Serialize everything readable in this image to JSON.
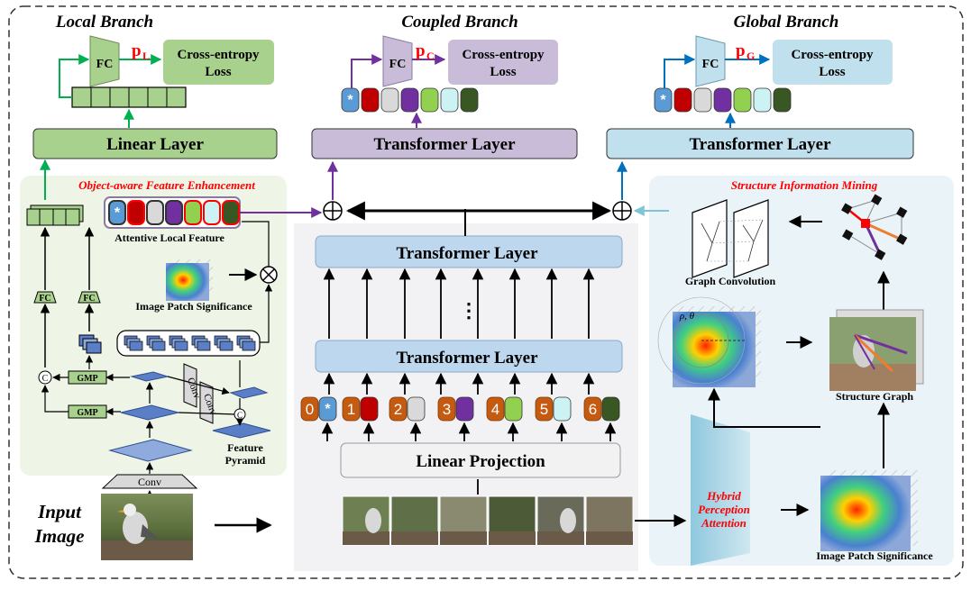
{
  "branches": {
    "local": {
      "title": "Local Branch",
      "fc": "FC",
      "prob": "p",
      "prob_sub": "L",
      "loss_line1": "Cross-entropy",
      "loss_line2": "Loss",
      "layer": "Linear Layer"
    },
    "coupled": {
      "title": "Coupled Branch",
      "fc": "FC",
      "prob": "p",
      "prob_sub": "C",
      "loss_line1": "Cross-entropy",
      "loss_line2": "Loss",
      "layer": "Transformer Layer"
    },
    "global": {
      "title": "Global Branch",
      "fc": "FC",
      "prob": "p",
      "prob_sub": "G",
      "loss_line1": "Cross-entropy",
      "loss_line2": "Loss",
      "layer": "Transformer Layer"
    }
  },
  "ofe": {
    "title": "Object-aware Feature Enhancement",
    "attentive_label": "Attentive Local Feature",
    "significance_label": "Image Patch Significance",
    "fc": "FC",
    "gmp": "GMP",
    "conv": "Conv",
    "concat": "C",
    "feature_pyramid_line1": "Feature",
    "feature_pyramid_line2": "Pyramid"
  },
  "backbone": {
    "top_layer": "Transformer Layer",
    "mid_layer": "Transformer Layer",
    "projection": "Linear Projection",
    "ellipsis": "⋮",
    "token_indices": [
      "0",
      "1",
      "2",
      "3",
      "4",
      "5",
      "6"
    ],
    "star": "*"
  },
  "sim": {
    "title": "Structure Information Mining",
    "graph_conv": "Graph Convolution",
    "structure_graph": "Structure Graph",
    "rho_theta": "ρ, θ",
    "hpa_line1": "Hybrid",
    "hpa_line2": "Perception",
    "hpa_line3": "Attention",
    "significance_label": "Image Patch Significance"
  },
  "input": {
    "line1": "Input",
    "line2": "Image"
  },
  "colors": {
    "green_fill": "#a9d18e",
    "green_bg": "#eef5e6",
    "green_arrow": "#00b050",
    "purple_fill": "#c9bcd8",
    "purple_arrow": "#7030a0",
    "blue_fill": "#bfe0ec",
    "blue_arrow": "#0070c0",
    "blue_bg": "#eaf3f7",
    "layer_blue": "#bdd7ee",
    "red_text": "#ff0000",
    "token_red": "#c00000",
    "token_gray": "#d9d9d9",
    "token_purple": "#7030a0",
    "token_lime": "#92d050",
    "token_cyan": "#ccf2f4",
    "token_dkgreen": "#385723",
    "token_star": "#5b9bd5",
    "index_orange": "#c55a11"
  }
}
